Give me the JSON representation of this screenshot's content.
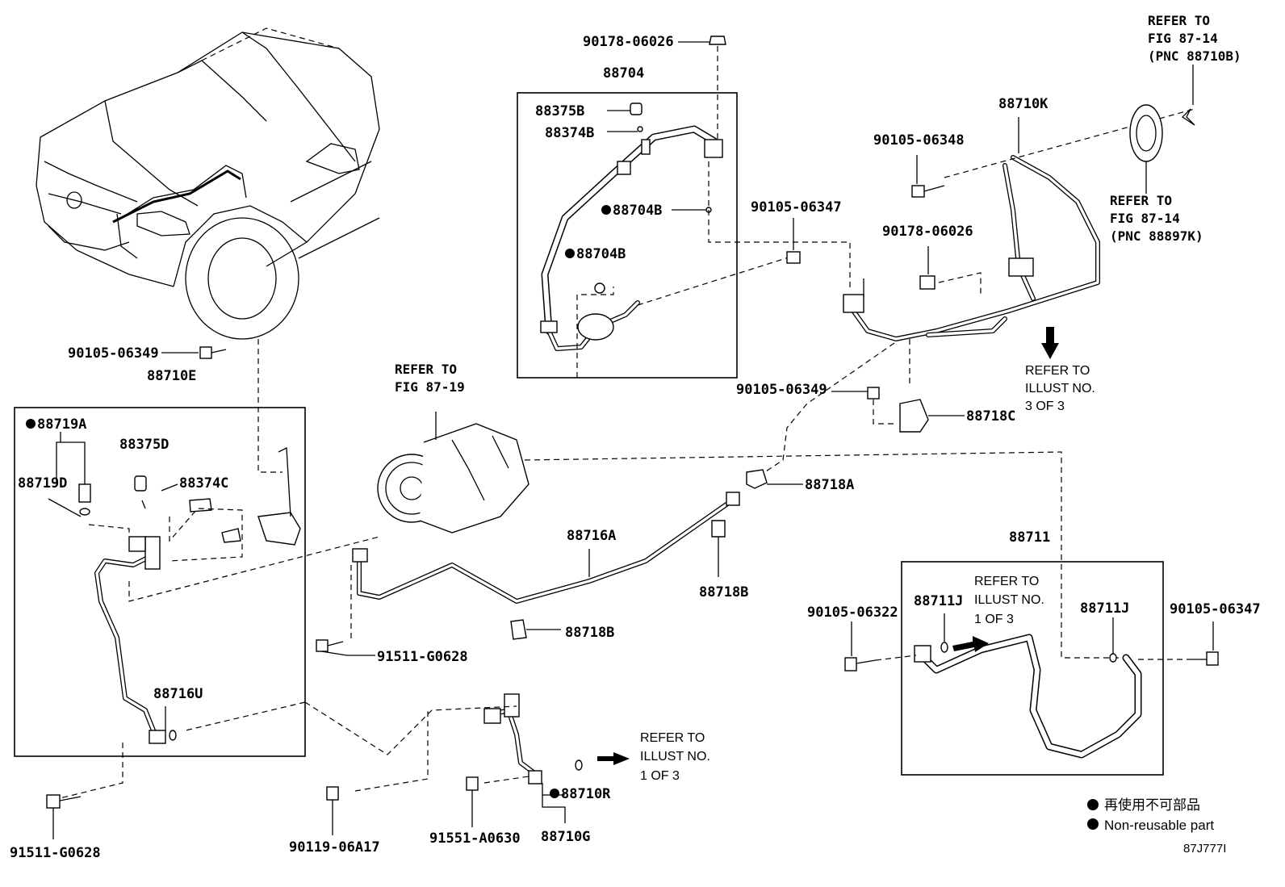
{
  "parts": {
    "p90178_06026_top": "90178-06026",
    "p88704": "88704",
    "p88375B": "88375B",
    "p88374B": "88374B",
    "p88704B_a": "88704B",
    "p88704B_b": "88704B",
    "p88710K": "88710K",
    "p90105_06348": "90105-06348",
    "p90105_06347_top": "90105-06347",
    "p90178_06026_right": "90178-06026",
    "p90105_06349_left": "90105-06349",
    "p88710E": "88710E",
    "p88719A": "88719A",
    "p88375D": "88375D",
    "p88719D": "88719D",
    "p88374C": "88374C",
    "p90105_06349_mid": "90105-06349",
    "p88718C": "88718C",
    "p88718A": "88718A",
    "p88716A": "88716A",
    "p88718B_a": "88718B",
    "p88718B_b": "88718B",
    "p88711": "88711",
    "p88711J_a": "88711J",
    "p88711J_b": "88711J",
    "p90105_06322": "90105-06322",
    "p90105_06347_right": "90105-06347",
    "p91511_G0628_mid": "91511-G0628",
    "p88716U": "88716U",
    "p91511_G0628_left": "91511-G0628",
    "p90119_06A17": "90119-06A17",
    "p91551_A0630": "91551-A0630",
    "p88710R": "88710R",
    "p88710G": "88710G"
  },
  "refs": {
    "fig8714_a": [
      "REFER TO",
      "FIG 87-14",
      "(PNC 88710B)"
    ],
    "fig8714_b": [
      "REFER TO",
      "FIG 87-14",
      "(PNC 88897K)"
    ],
    "fig8719": [
      "REFER TO",
      "FIG 87-19"
    ],
    "illust3": [
      "REFER TO",
      "ILLUST NO.",
      "3 OF 3"
    ],
    "illust1_a": [
      "REFER TO",
      "ILLUST NO.",
      "1 OF 3"
    ],
    "illust1_b": [
      "REFER TO",
      "ILLUST NO.",
      "1 OF 3"
    ]
  },
  "legend": {
    "jp": "再使用不可部品",
    "en": "Non-reusable part"
  },
  "figure_code": "87J777I"
}
